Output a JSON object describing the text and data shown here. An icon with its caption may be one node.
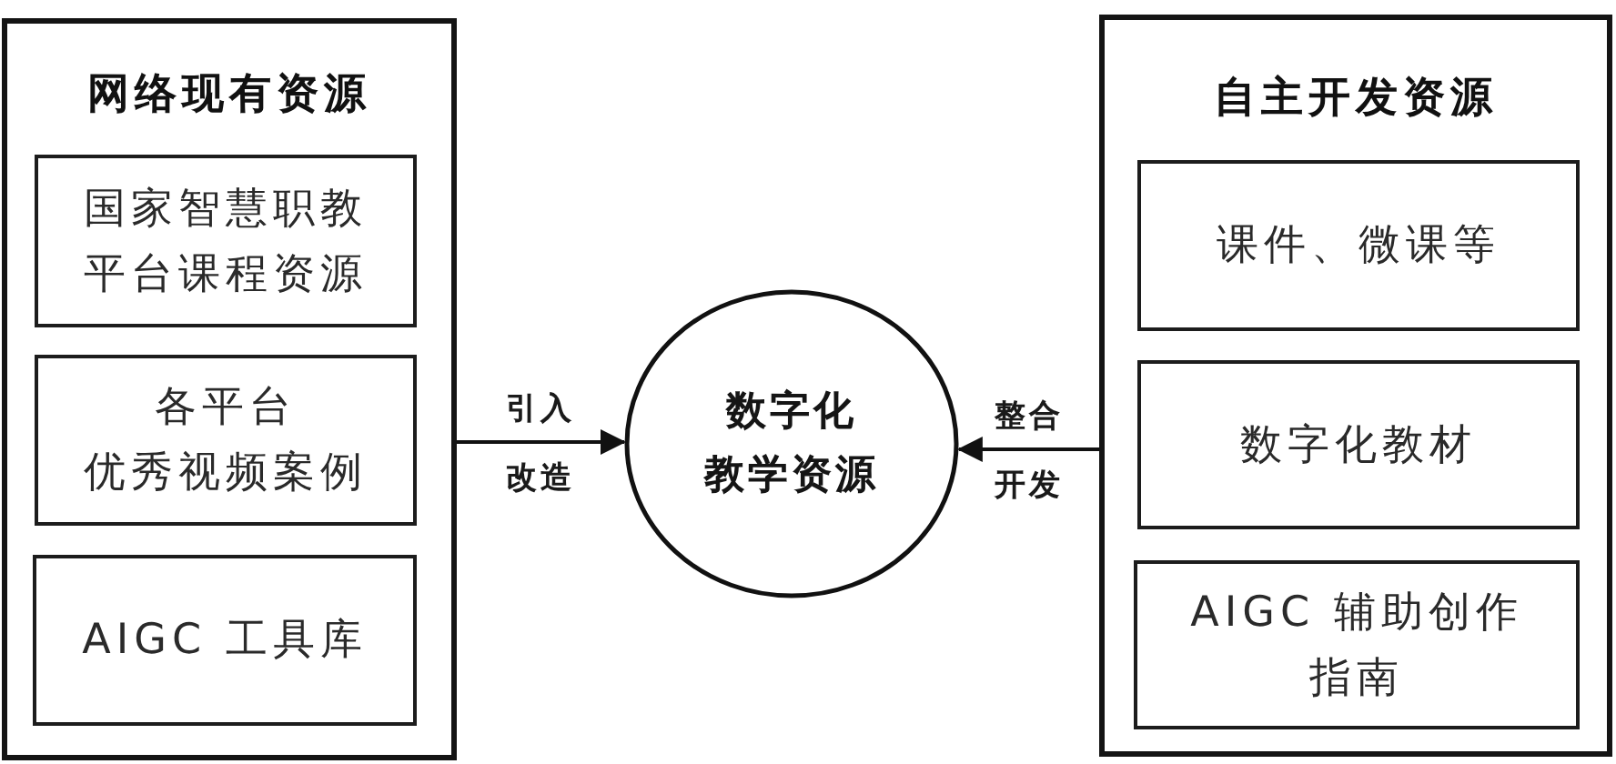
{
  "diagram": {
    "nodes": [
      {
        "text": [
          "网络现有资源"
        ]
      },
      {
        "text": [
          "国家智慧职教平台课程资源"
        ],
        "in": 0
      },
      {
        "text": [
          "各平台",
          "优秀视频案例"
        ],
        "in": 0
      },
      {
        "text": [
          "AIGC 工具库"
        ],
        "in": 0
      },
      {
        "text": [
          "数字化",
          "教学资源"
        ]
      },
      {
        "text": [
          "自主开发资源"
        ]
      },
      {
        "text": [
          "课件、微课等"
        ],
        "in": 5
      },
      {
        "text": [
          "数字化教材"
        ],
        "in": 5
      },
      {
        "text": [
          "AIGC 辅助创作指南"
        ],
        "in": 5
      }
    ],
    "edges": [
      {
        "from": 0,
        "to": 4,
        "arrow": "to",
        "label": "引入改造"
      },
      {
        "from": 5,
        "to": 4,
        "arrow": "to",
        "label": "整合开发"
      }
    ]
  }
}
